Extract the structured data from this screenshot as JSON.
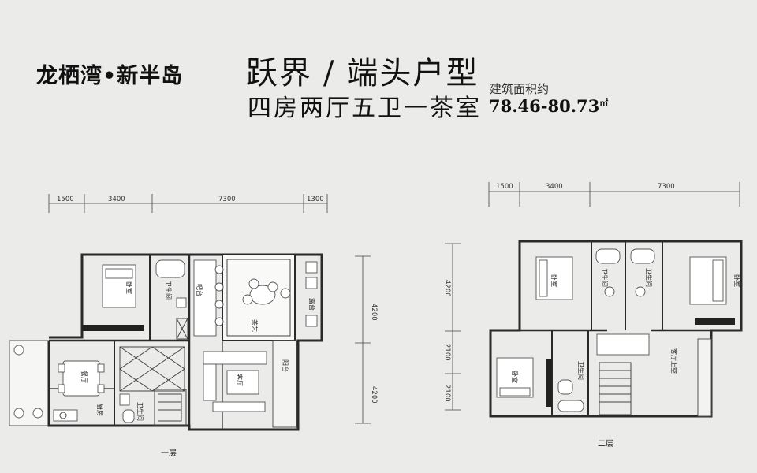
{
  "header": {
    "project": "龙栖湾•新半岛",
    "type_name": "跃界",
    "slash": "/",
    "unit_type": "端头户型",
    "layout": "四房两厅五卫一茶室",
    "area_label": "建筑面积约",
    "area_value": "78.46-80.73",
    "area_unit": "㎡"
  },
  "floor1": {
    "label": "一层",
    "dims_top": [
      "1500",
      "3400",
      "7300",
      "1300"
    ],
    "dims_right": [
      "4200",
      "4200"
    ],
    "rooms": {
      "bedroom": "卧室",
      "bath": "卫生间",
      "bar": "吧台",
      "tea": "茶艺",
      "terrace": "露台",
      "dining": "餐厅",
      "kitchen": "厨房",
      "bath2": "卫生间",
      "living": "客厅",
      "balcony": "阳台"
    }
  },
  "floor2": {
    "label": "二层",
    "dims_top": [
      "1500",
      "3400",
      "7300"
    ],
    "dims_left": [
      "4200",
      "2100",
      "2100"
    ],
    "rooms": {
      "bedroom_a": "卧室",
      "bath_a": "卫生间",
      "bath_b": "卫生间",
      "bedroom_b": "卧室",
      "bedroom_c": "卧室",
      "bath_c": "卫生间",
      "void": "客厅上空"
    }
  }
}
